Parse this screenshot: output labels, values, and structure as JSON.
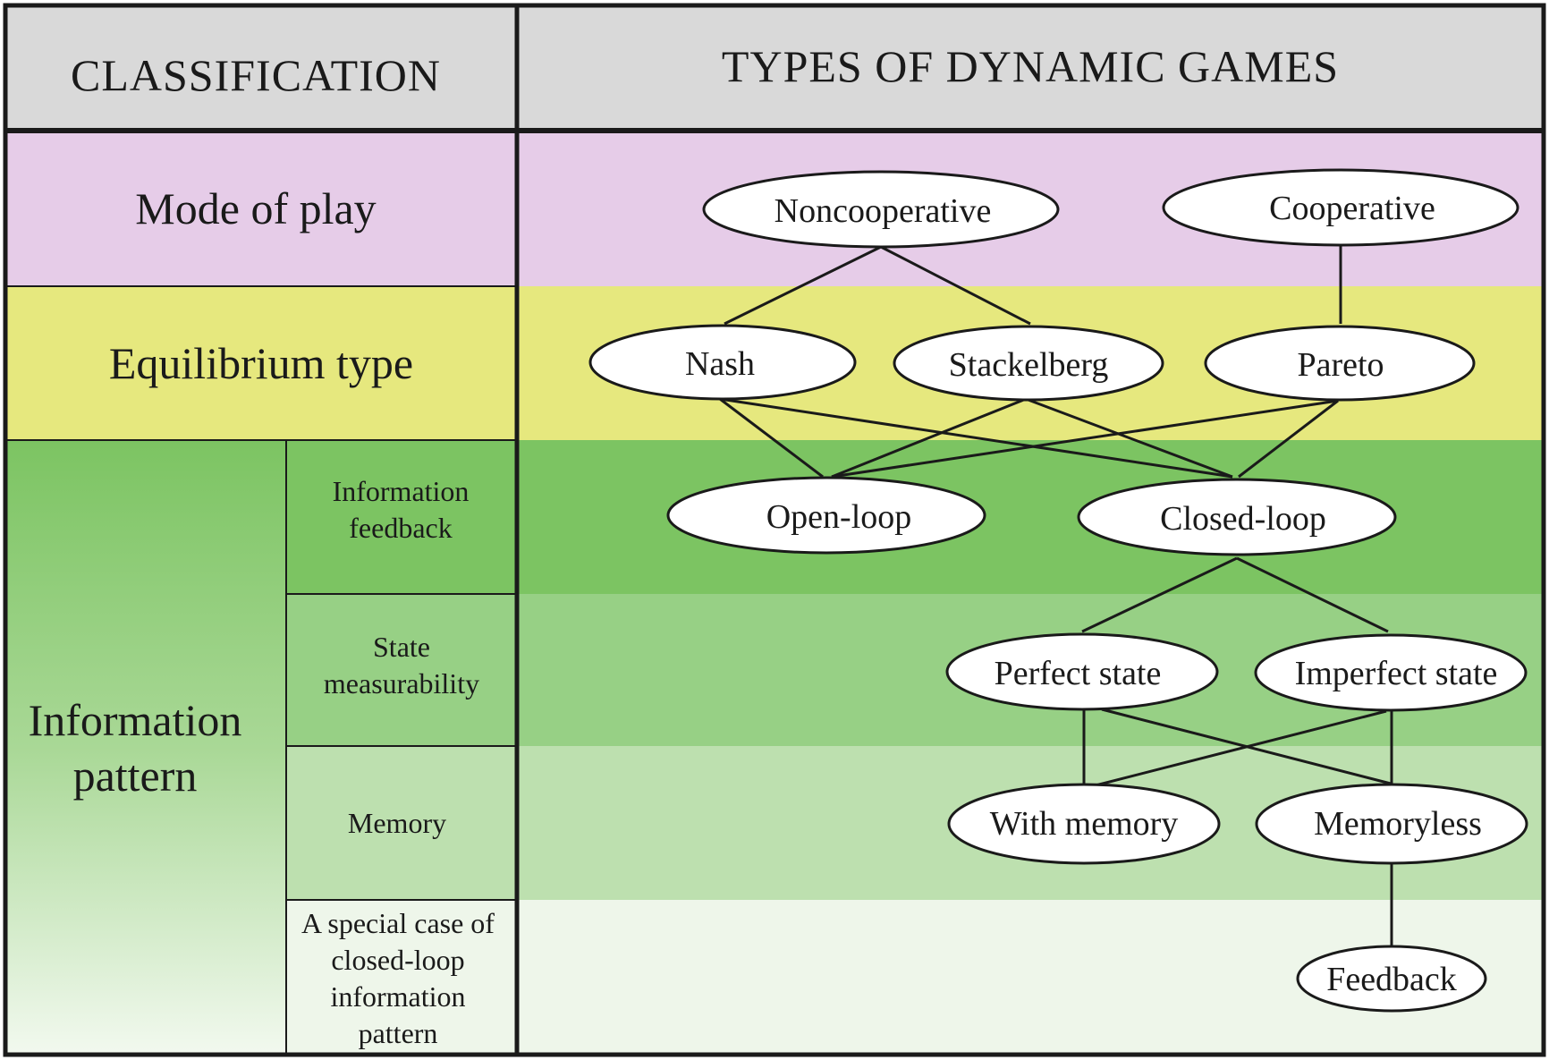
{
  "header": {
    "left": "CLASSIFICATION",
    "right": "TYPES OF DYNAMIC GAMES"
  },
  "rows": {
    "mode_of_play": "Mode of play",
    "equilibrium_type": "Equilibrium type",
    "information_pattern": "Information pattern",
    "information_feedback": "Information feedback",
    "state_measurability": "State measurability",
    "memory": "Memory",
    "special_case": "A special case of closed-loop information pattern"
  },
  "nodes": {
    "noncooperative": "Noncooperative",
    "cooperative": "Cooperative",
    "nash": "Nash",
    "stackelberg": "Stackelberg",
    "pareto": "Pareto",
    "open_loop": "Open-loop",
    "closed_loop": "Closed-loop",
    "perfect_state": "Perfect state",
    "imperfect_state": "Imperfect state",
    "with_memory": "With memory",
    "memoryless": "Memoryless",
    "feedback": "Feedback"
  },
  "colors": {
    "header": "#d9d9d9",
    "mode_of_play": "#e6cce8",
    "equilibrium_type": "#e6e87e",
    "information_feedback": "#7cc462",
    "state_measurability": "#97d085",
    "memory": "#bde0af",
    "special_case": "#eef6ea",
    "border": "#1a1a1a",
    "node_fill": "#ffffff"
  }
}
